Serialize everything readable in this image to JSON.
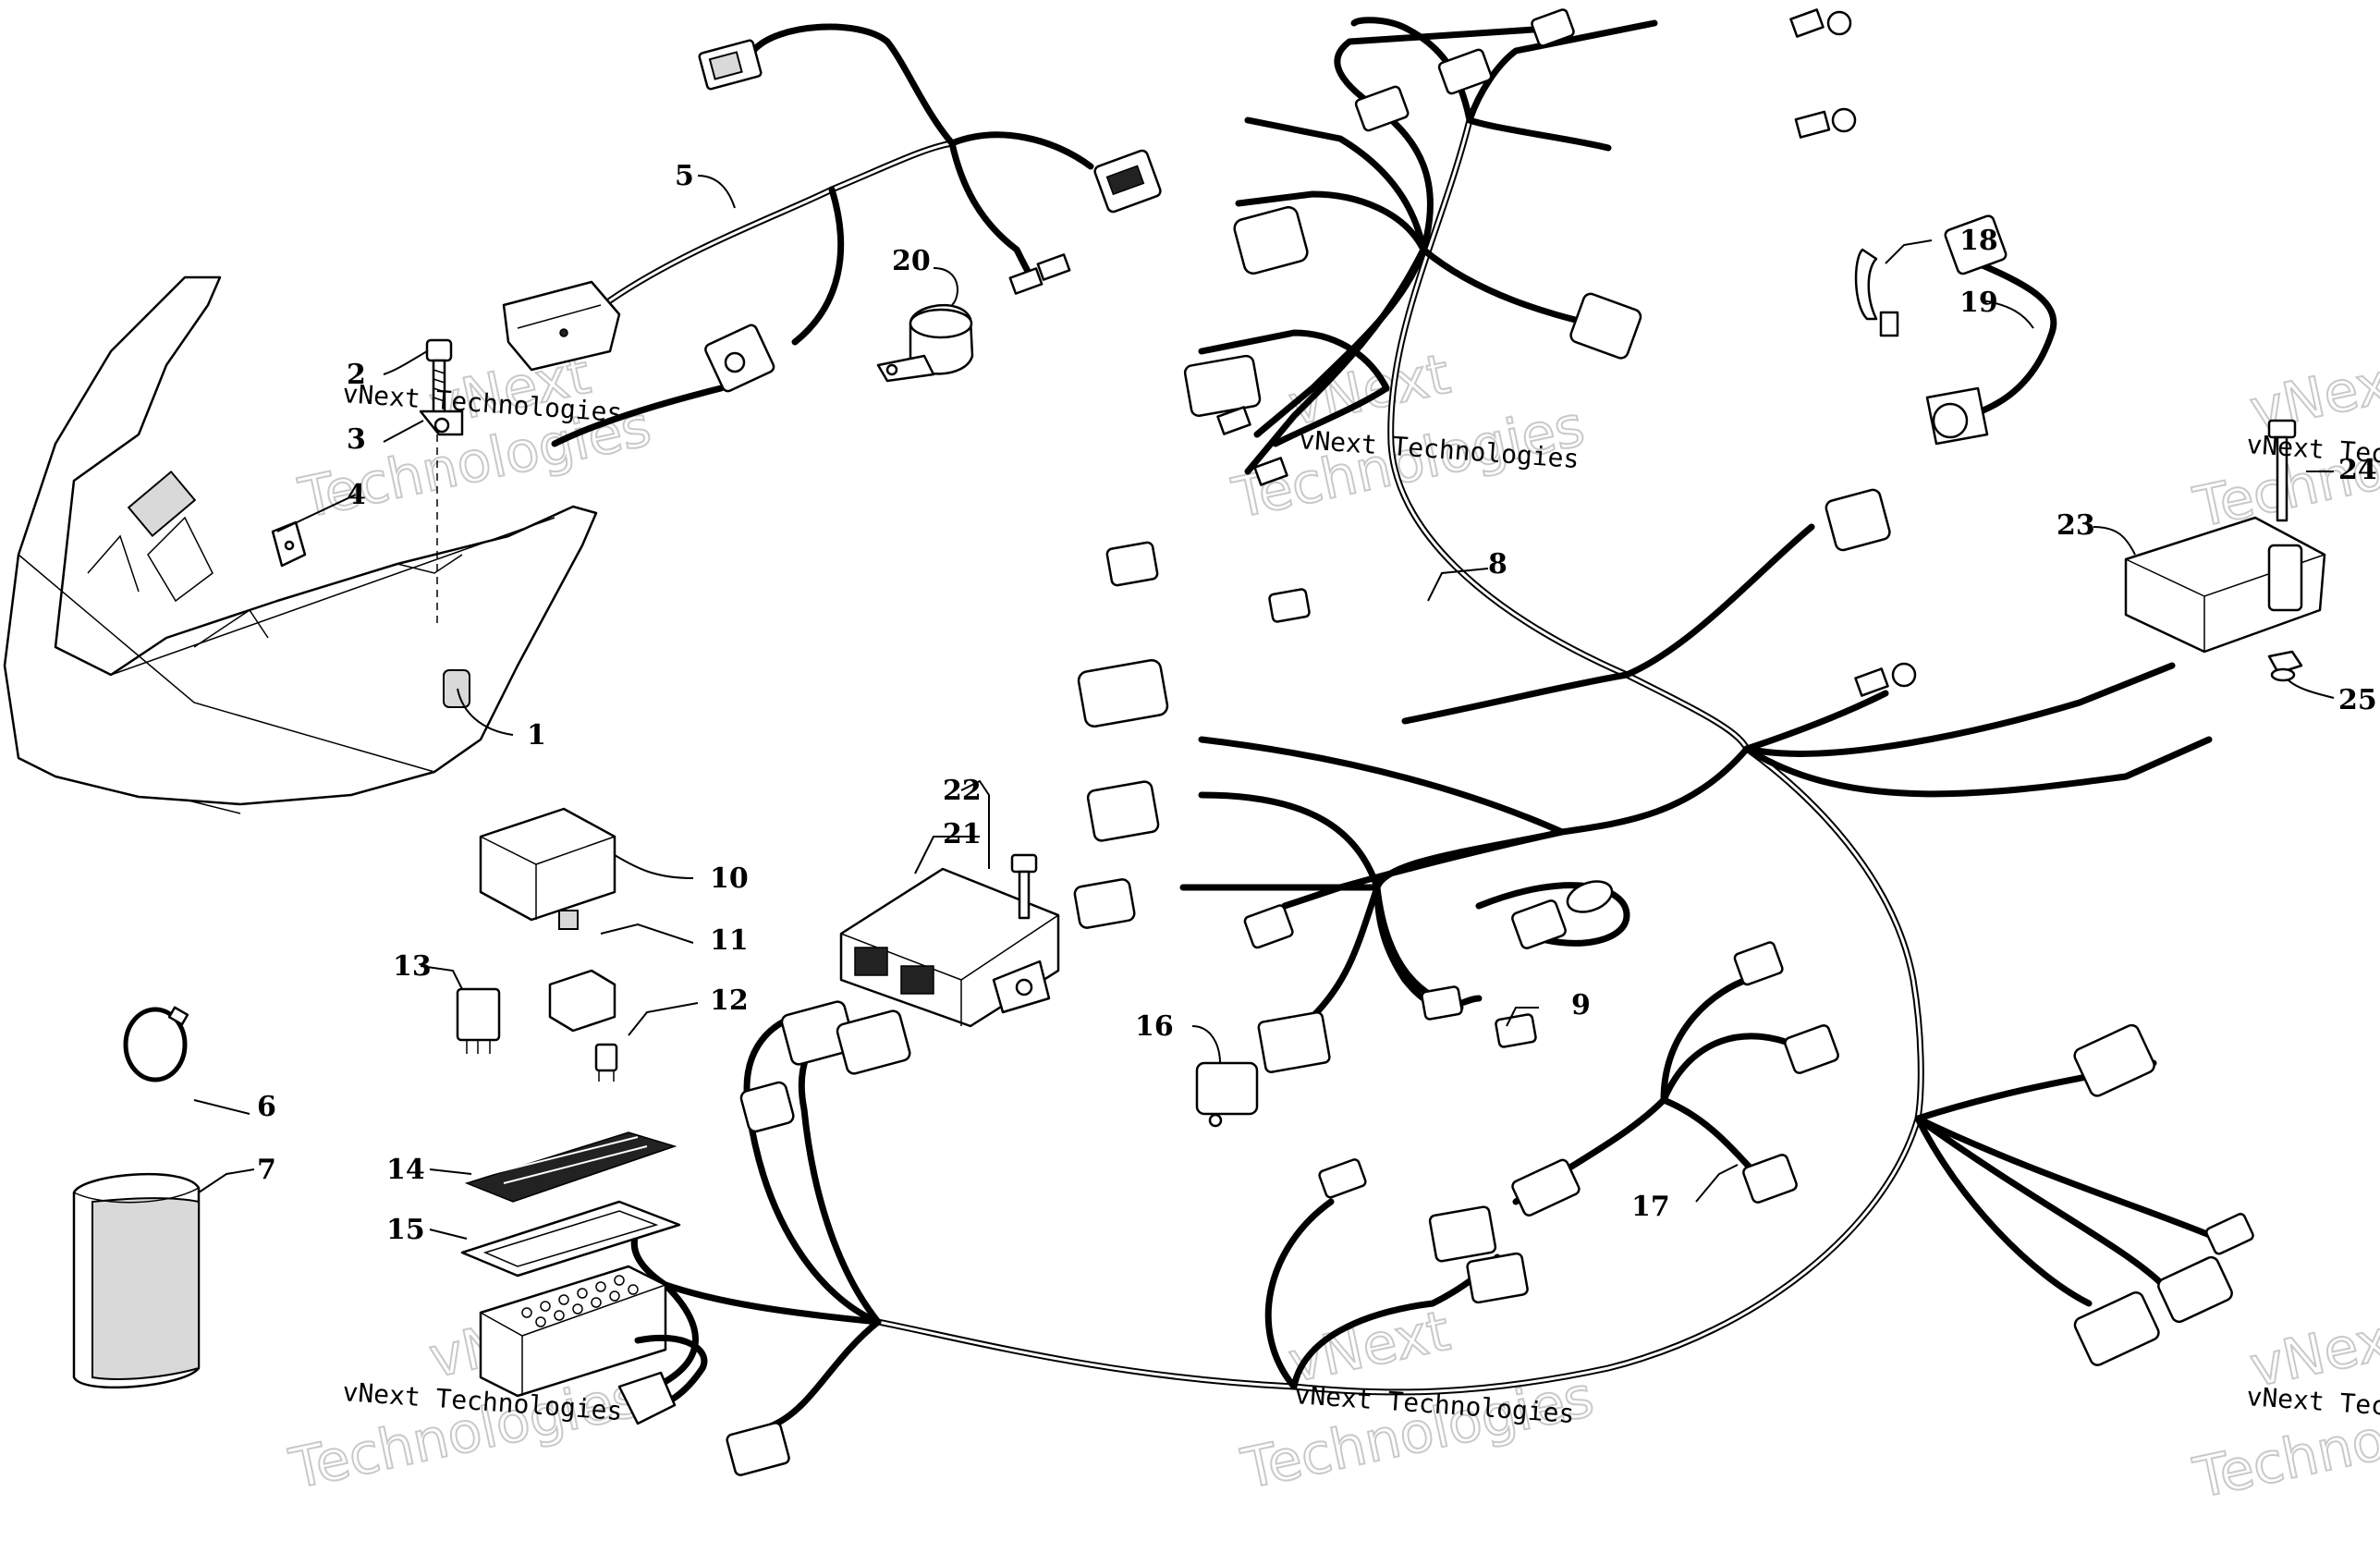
{
  "diagram": {
    "part_labels": [
      "1",
      "2",
      "3",
      "4",
      "5",
      "6",
      "7",
      "8",
      "9",
      "10",
      "11",
      "12",
      "13",
      "14",
      "15",
      "16",
      "17",
      "18",
      "19",
      "20",
      "21",
      "22",
      "23",
      "24",
      "25"
    ],
    "watermark": {
      "line": "vNext Technologies",
      "word1": "vNext",
      "word2": "Technologies"
    }
  }
}
